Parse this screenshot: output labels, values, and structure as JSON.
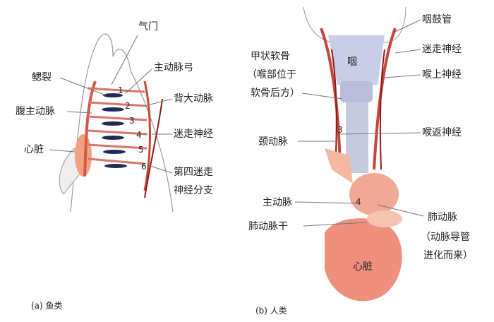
{
  "fish": {
    "caption": "(a) 鱼类",
    "labels": {
      "spiracle": "气门",
      "aortic_arch": "主动脉弓",
      "gill_slit": "鳃裂",
      "ventral_aorta": "腹主动脉",
      "dorsal_aorta": "背大动脉",
      "vagus": "迷走神经",
      "heart": "心脏",
      "branch1": "第四迷走",
      "branch2": "神经分支"
    },
    "arch_numbers": [
      "1",
      "2",
      "3",
      "4",
      "5",
      "6"
    ]
  },
  "human": {
    "caption": "(b) 人类",
    "labels": {
      "eustachian": "咽鼓管",
      "vagus": "迷走神经",
      "pharynx": "咽",
      "thyroid1": "甲状软骨",
      "thyroid2": "（喉部位于",
      "thyroid3": "软骨后方）",
      "sup_laryngeal": "喉上神经",
      "recurrent": "喉返神经",
      "carotid": "颈动脉",
      "aorta": "主动脉",
      "pulm_trunk": "肺动脉干",
      "pulm_artery1": "肺动脉",
      "pulm_artery2": "（动脉导管",
      "pulm_artery3": "进化而来）",
      "heart": "心脏"
    },
    "arch_numbers": [
      "3",
      "4"
    ]
  }
}
